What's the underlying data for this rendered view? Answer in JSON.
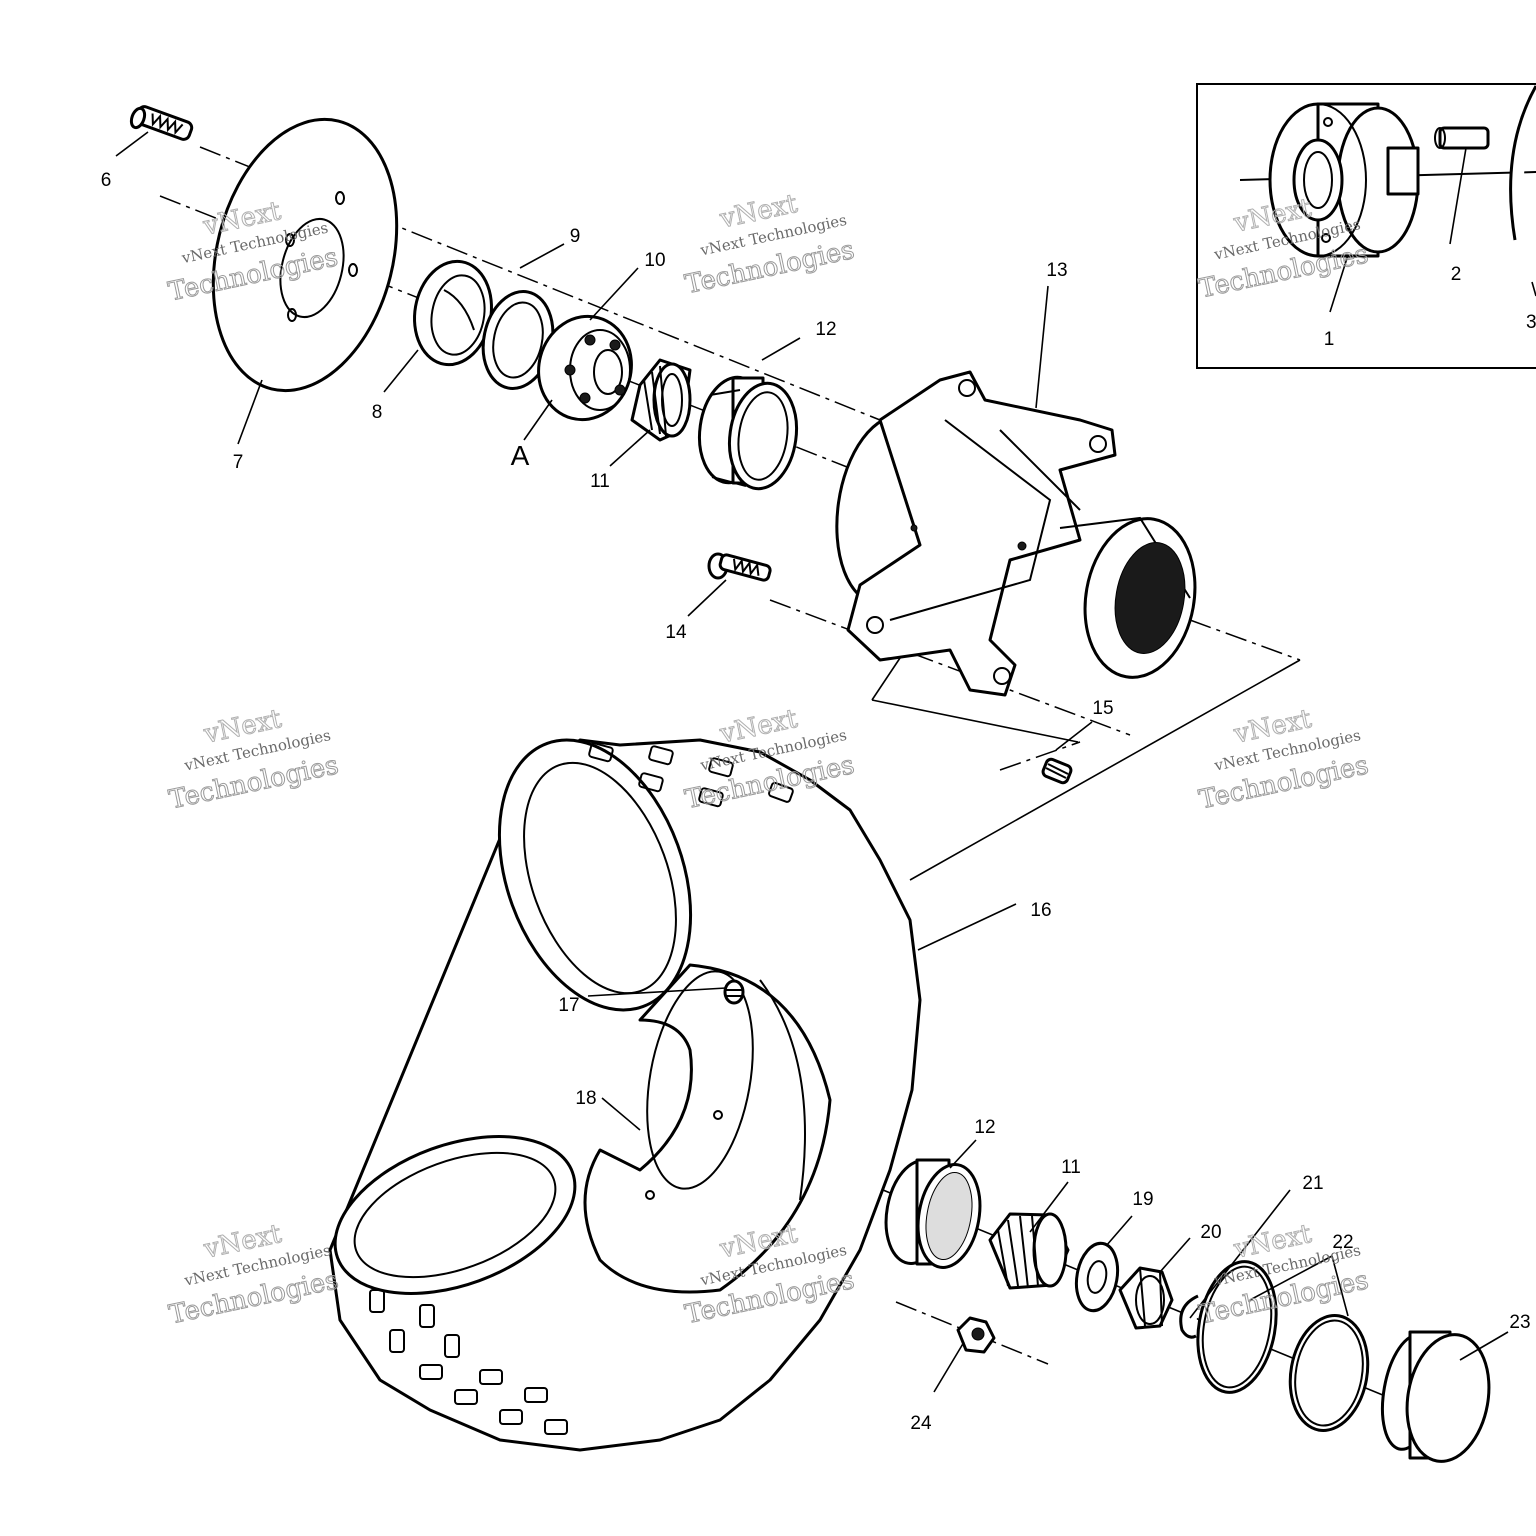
{
  "diagram": {
    "part_labels": {
      "p1": "1",
      "p2": "2",
      "p3": "3",
      "p6": "6",
      "p7": "7",
      "p8": "8",
      "p9": "9",
      "p10": "10",
      "p11a": "11",
      "p11b": "11",
      "p12a": "12",
      "p12b": "12",
      "p13": "13",
      "p14": "14",
      "p15": "15",
      "p16": "16",
      "p17": "17",
      "p18": "18",
      "p19": "19",
      "p20": "20",
      "p21": "21",
      "p22": "22",
      "p23": "23",
      "p24": "24"
    },
    "detail_label": "A"
  },
  "watermark": {
    "line1": "vNext",
    "line2": "vNext Technologies",
    "line3": "Technologies"
  }
}
